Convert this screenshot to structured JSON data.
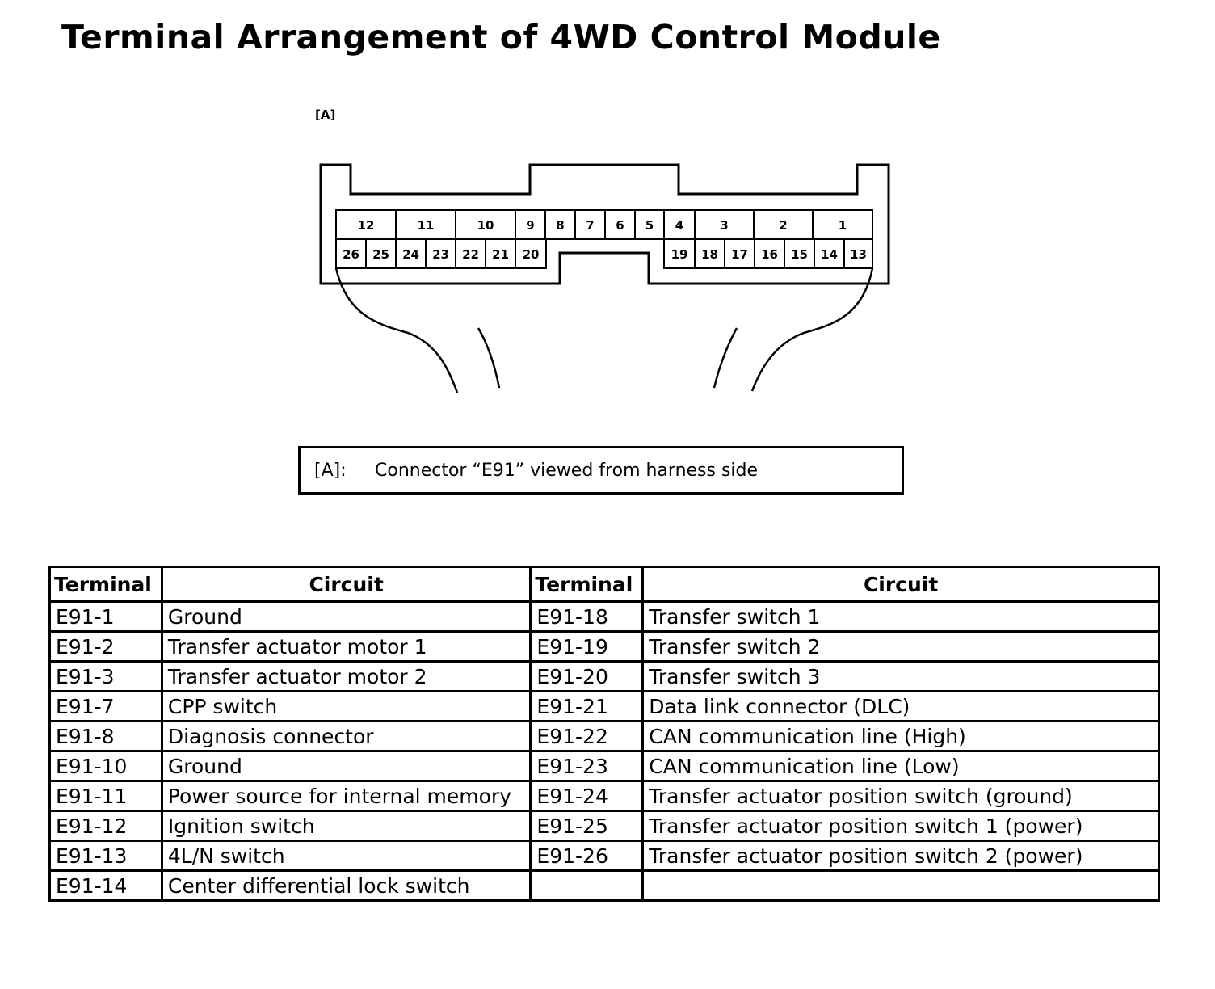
{
  "title": "Terminal Arrangement of 4WD Control Module",
  "diagram": {
    "view_label": "[A]",
    "top_row_pins": [
      "12",
      "11",
      "10",
      "9",
      "8",
      "7",
      "6",
      "5",
      "4",
      "3",
      "2",
      "1"
    ],
    "bottom_row_pins": [
      "26",
      "25",
      "24",
      "23",
      "22",
      "21",
      "20",
      "19",
      "18",
      "17",
      "16",
      "15",
      "14",
      "13"
    ]
  },
  "caption": {
    "ref": "[A]:",
    "text": "Connector “E91” viewed from harness side"
  },
  "table": {
    "headers": [
      "Terminal",
      "Circuit",
      "Terminal",
      "Circuit"
    ],
    "rows": [
      [
        "E91-1",
        "Ground",
        "E91-18",
        "Transfer switch 1"
      ],
      [
        "E91-2",
        "Transfer actuator motor 1",
        "E91-19",
        "Transfer switch 2"
      ],
      [
        "E91-3",
        "Transfer actuator motor 2",
        "E91-20",
        "Transfer switch 3"
      ],
      [
        "E91-7",
        "CPP switch",
        "E91-21",
        "Data link connector (DLC)"
      ],
      [
        "E91-8",
        "Diagnosis connector",
        "E91-22",
        "CAN communication line (High)"
      ],
      [
        "E91-10",
        "Ground",
        "E91-23",
        "CAN communication line (Low)"
      ],
      [
        "E91-11",
        "Power source for internal memory",
        "E91-24",
        "Transfer actuator position switch (ground)"
      ],
      [
        "E91-12",
        "Ignition switch",
        "E91-25",
        "Transfer actuator position switch 1 (power)"
      ],
      [
        "E91-13",
        "4L/N switch",
        "E91-26",
        "Transfer actuator position switch 2 (power)"
      ],
      [
        "E91-14",
        "Center differential lock switch",
        "",
        ""
      ]
    ]
  }
}
